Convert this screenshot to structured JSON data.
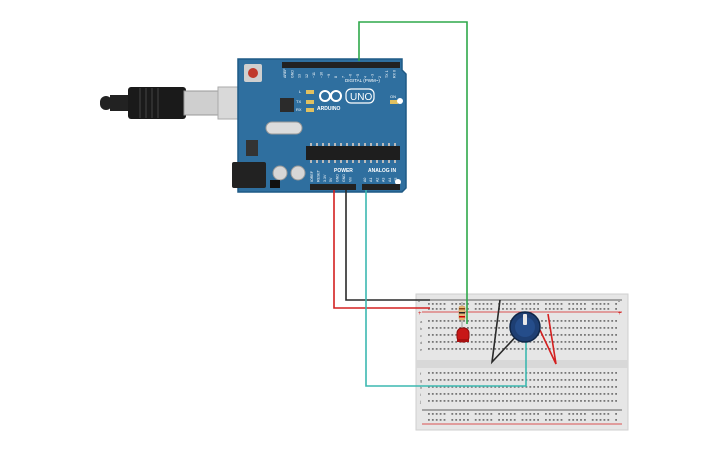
{
  "board": {
    "brand": "ARDUINO",
    "model": "UNO",
    "digital_header": "DIGITAL (PWM~)",
    "power_label": "POWER",
    "analog_label": "ANALOG IN",
    "label_l": "L",
    "label_tx": "TX",
    "label_rx": "RX",
    "label_on": "ON",
    "digital_pins": [
      "AREF",
      "GND",
      "13",
      "12",
      "~11",
      "~10",
      "~9",
      "8",
      "7",
      "~6",
      "~5",
      "4",
      "~3",
      "2",
      "TX 1",
      "RX 0"
    ],
    "power_pins": [
      "IOREF",
      "RESET",
      "3.3V",
      "5V",
      "GND",
      "GND",
      "Vin"
    ],
    "analog_pins": [
      "A0",
      "A1",
      "A2",
      "A3",
      "A4",
      "A5"
    ]
  },
  "breadboard": {
    "rail_plus": "+",
    "rail_minus": "-",
    "row_letters_top": [
      "a",
      "b",
      "c",
      "d",
      "e"
    ],
    "row_letters_bottom": [
      "f",
      "g",
      "h",
      "i",
      "j"
    ]
  },
  "colors": {
    "board": "#2f6f9f",
    "board_dark": "#1f5a85",
    "wire_red": "#d42020",
    "wire_black": "#2a2a2a",
    "wire_green": "#2ea84a",
    "wire_cyan": "#3cb8b0",
    "breadboard": "#e6e6e6",
    "led": "#c81818",
    "pot_knob": "#1e3f73"
  }
}
